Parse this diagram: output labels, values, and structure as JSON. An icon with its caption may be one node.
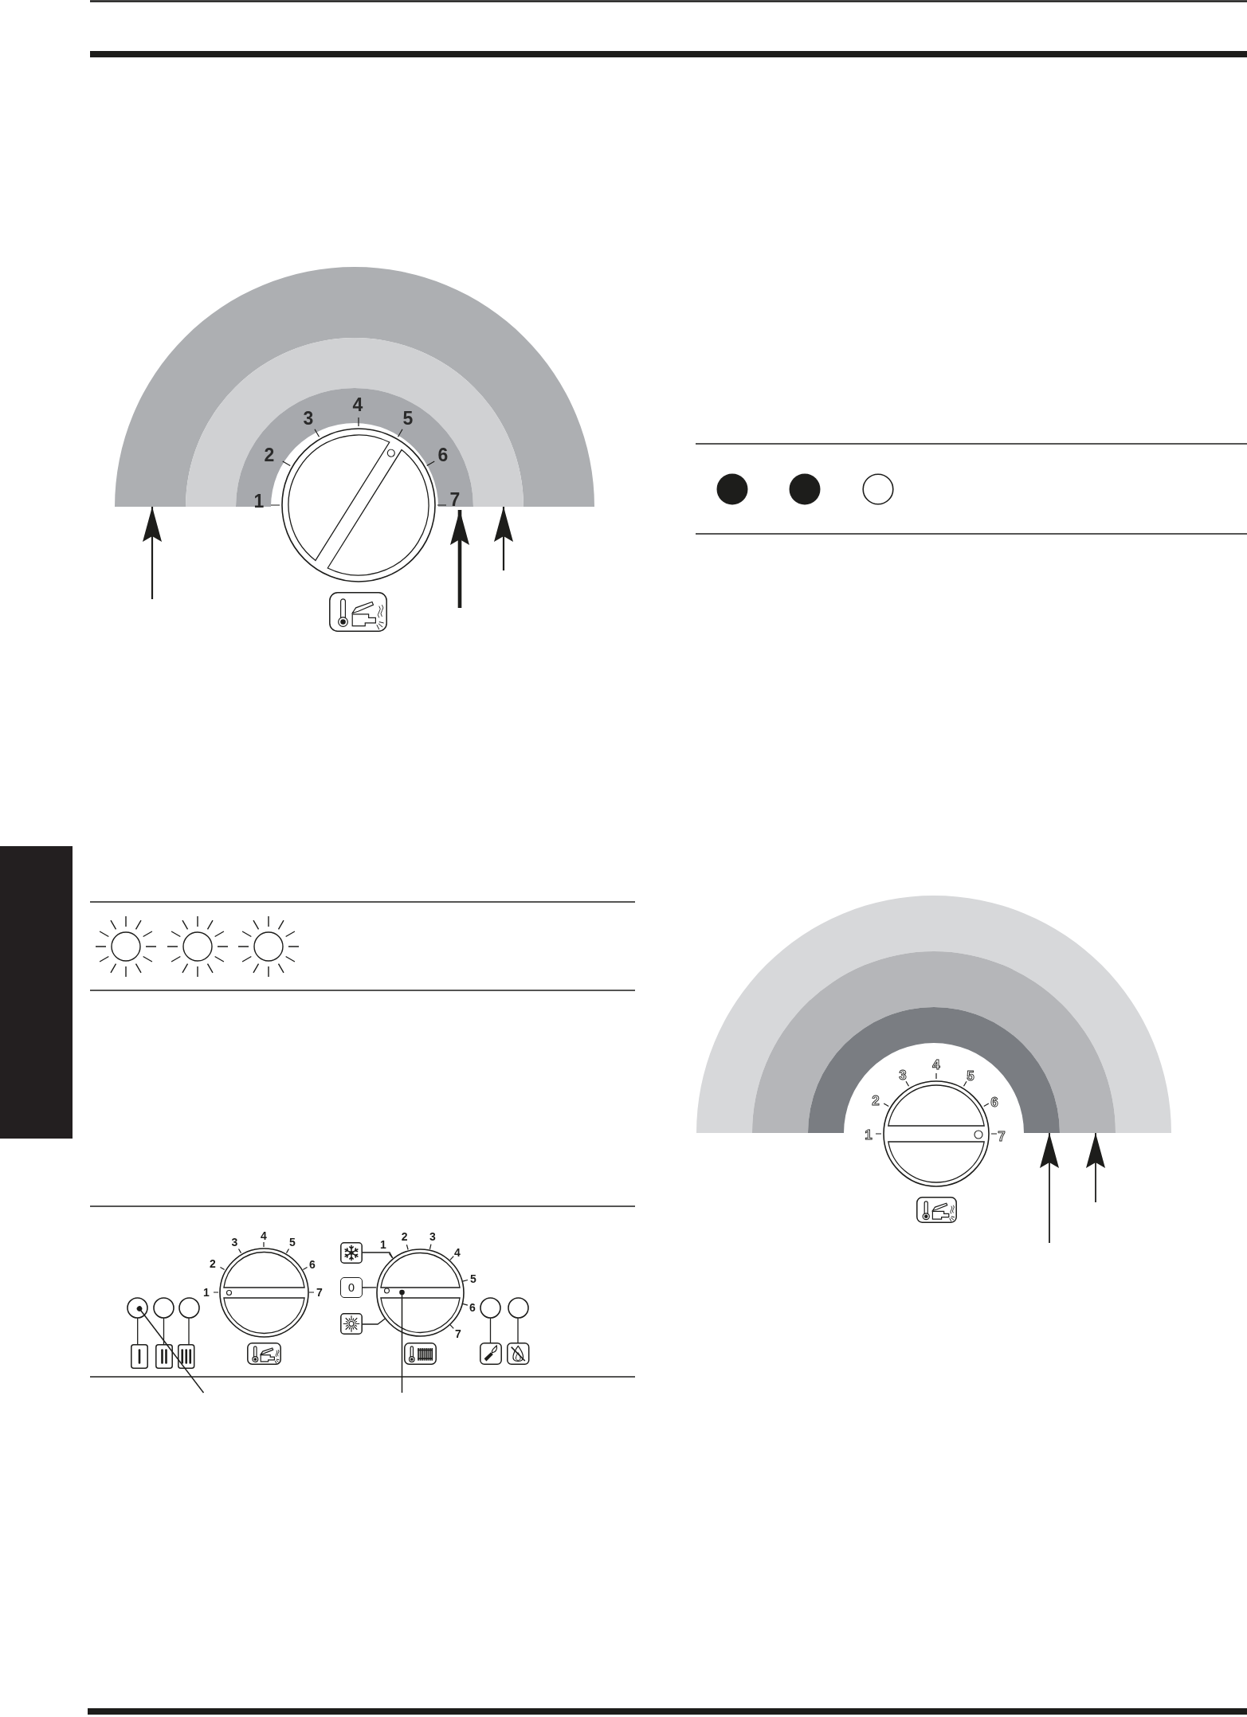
{
  "diagram": {
    "nodes": [
      {
        "text": [],
        "shape": "band"
      },
      {
        "text": [],
        "shape": "band"
      },
      {
        "text": [],
        "shape": "band"
      },
      {
        "text": [],
        "shape": "bar"
      },
      {
        "text": [],
        "shape": "band"
      },
      {
        "text": [],
        "shape": "band"
      },
      {
        "text": [],
        "shape": "band"
      },
      {
        "text": [],
        "shape": "circle"
      },
      {
        "text": [],
        "shape": "circle"
      },
      {
        "text": [],
        "shape": "circle"
      },
      {
        "text": [],
        "shape": "picture"
      },
      {
        "text": [],
        "shape": "picture"
      },
      {
        "text": [],
        "shape": "picture"
      },
      {
        "text": [],
        "shape": "circle",
        "beside": [
          "1",
          "2",
          "3",
          "4",
          "5",
          "6",
          "7"
        ]
      },
      {
        "text": [],
        "shape": "picture"
      },
      {
        "text": [
          "0"
        ]
      },
      {
        "text": [],
        "shape": "picture"
      },
      {
        "text": [],
        "shape": "circle",
        "beside": [
          "1",
          "2",
          "3",
          "4",
          "5",
          "6",
          "7"
        ]
      },
      {
        "text": [],
        "shape": "circle"
      },
      {
        "text": [],
        "shape": "circle"
      },
      {
        "text": [],
        "shape": "picture"
      },
      {
        "text": [],
        "shape": "picture"
      }
    ],
    "edges": [
      {
        "from": null,
        "to": 0,
        "arrow": "to"
      },
      {
        "from": null,
        "to": 2,
        "arrow": "to",
        "style": "thick"
      },
      {
        "from": null,
        "to": 1,
        "arrow": "to"
      },
      {
        "from": null,
        "to": 6,
        "arrow": "to"
      },
      {
        "from": null,
        "to": 5,
        "arrow": "to"
      },
      {
        "from": 7,
        "to": 10,
        "arrow": "none"
      },
      {
        "from": 8,
        "to": 11,
        "arrow": "none"
      },
      {
        "from": 9,
        "to": 12,
        "arrow": "none"
      },
      {
        "from": null,
        "to": 7,
        "arrow": "other"
      },
      {
        "from": 14,
        "to": 17,
        "arrow": "none"
      },
      {
        "from": 15,
        "to": 17,
        "arrow": "none"
      },
      {
        "from": 16,
        "to": 17,
        "arrow": "none"
      },
      {
        "from": null,
        "to": 17,
        "arrow": "other"
      },
      {
        "from": 18,
        "to": 20,
        "arrow": "none"
      },
      {
        "from": 19,
        "to": 21,
        "arrow": "none"
      }
    ],
    "labels": [
      "1",
      "2",
      "3",
      "4",
      "5",
      "6",
      "7",
      "1",
      "2",
      "3",
      "4",
      "5",
      "6",
      "7"
    ]
  }
}
